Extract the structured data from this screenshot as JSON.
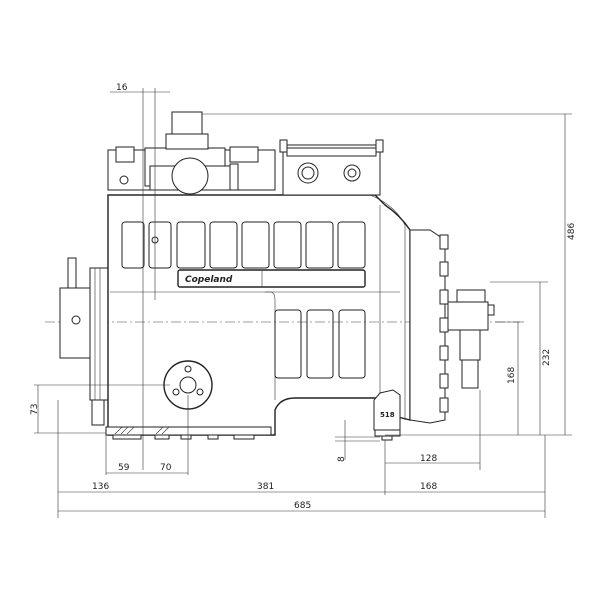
{
  "drawing": {
    "brand_plate": "Copeland",
    "part_mark": "518",
    "dimensions": {
      "top_offset": "16",
      "overall_height": "486",
      "suction_height": "232",
      "discharge_height": "168",
      "flange_height": "73",
      "foot_offset": "8",
      "valve_offset": "128",
      "left_foot_to_flange": "59",
      "flange_to_center": "70",
      "left_overhang": "136",
      "foot_span": "381",
      "right_overhang": "168",
      "overall_length": "685"
    }
  }
}
